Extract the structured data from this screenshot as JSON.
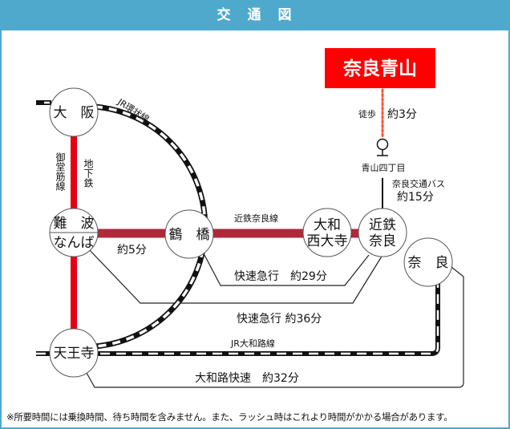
{
  "header": {
    "title": "交　通　図"
  },
  "destination": {
    "name": "奈良青山",
    "color": "#ff0000"
  },
  "walk": {
    "label": "徒歩",
    "time": "約3分"
  },
  "bus_stop": {
    "name": "青山四丁目"
  },
  "bus": {
    "label": "奈良交通バス",
    "time": "約15分"
  },
  "stations": {
    "osaka": "大　阪",
    "namba_kanji": "難　波",
    "namba_kana": "なんば",
    "tsuruhashi": "鶴　橋",
    "saidaiji_1": "大和",
    "saidaiji_2": "西大寺",
    "kintetsu_nara_1": "近鉄",
    "kintetsu_nara_2": "奈良",
    "nara": "奈　良",
    "tennoji": "天王寺"
  },
  "lines": {
    "jr_loop": "JR環状線",
    "midosuji_1": "御堂筋線",
    "midosuji_2": "地下鉄",
    "kintetsu_nara": "近鉄奈良線",
    "jr_yamatoji": "JR大和路線"
  },
  "times": {
    "namba_tsuruhashi": "約5分",
    "rapid_express_tsuruhashi": "快速急行　約29分",
    "rapid_express_namba": "快速急行 約36分",
    "yamatoji_rapid": "大和路快速　約32分"
  },
  "colors": {
    "header": "#4fa9cc",
    "midosuji": "#e60012",
    "kintetsu": "#b0283a",
    "walk": "#ff5533"
  },
  "footnote": "※所要時間には乗換時間、待ち時間を含みません。また、ラッシュ時はこれより時間がかかる場合があります。"
}
